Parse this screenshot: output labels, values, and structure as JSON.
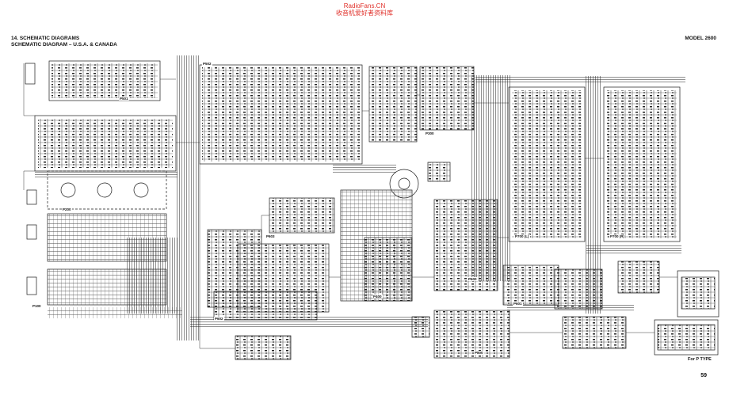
{
  "watermark": {
    "site": "RadioFans.CN",
    "tagline": "收音机爱好者资料库"
  },
  "header": {
    "section_title": "14. SCHEMATIC DIAGRAMS",
    "subtitle": "SCHEMATIC DIAGRAM – U.S.A. & CANADA",
    "model": "MODEL 2600"
  },
  "board_labels": {
    "p501": "P501",
    "p502": "P502",
    "p200": "P200",
    "p700_l": "P700 (L)",
    "p700_r": "P700 (R)",
    "p300": "P300",
    "p800": "P800",
    "p600": "P600",
    "p601": "P601",
    "p100": "P100",
    "p603": "P603",
    "p602": "P602",
    "p400": "P400"
  },
  "inset_label": "For P TYPE",
  "page_number": "59",
  "colors": {
    "ink": "#1a1a1a",
    "watermark": "#e0302a",
    "paper": "#ffffff"
  }
}
